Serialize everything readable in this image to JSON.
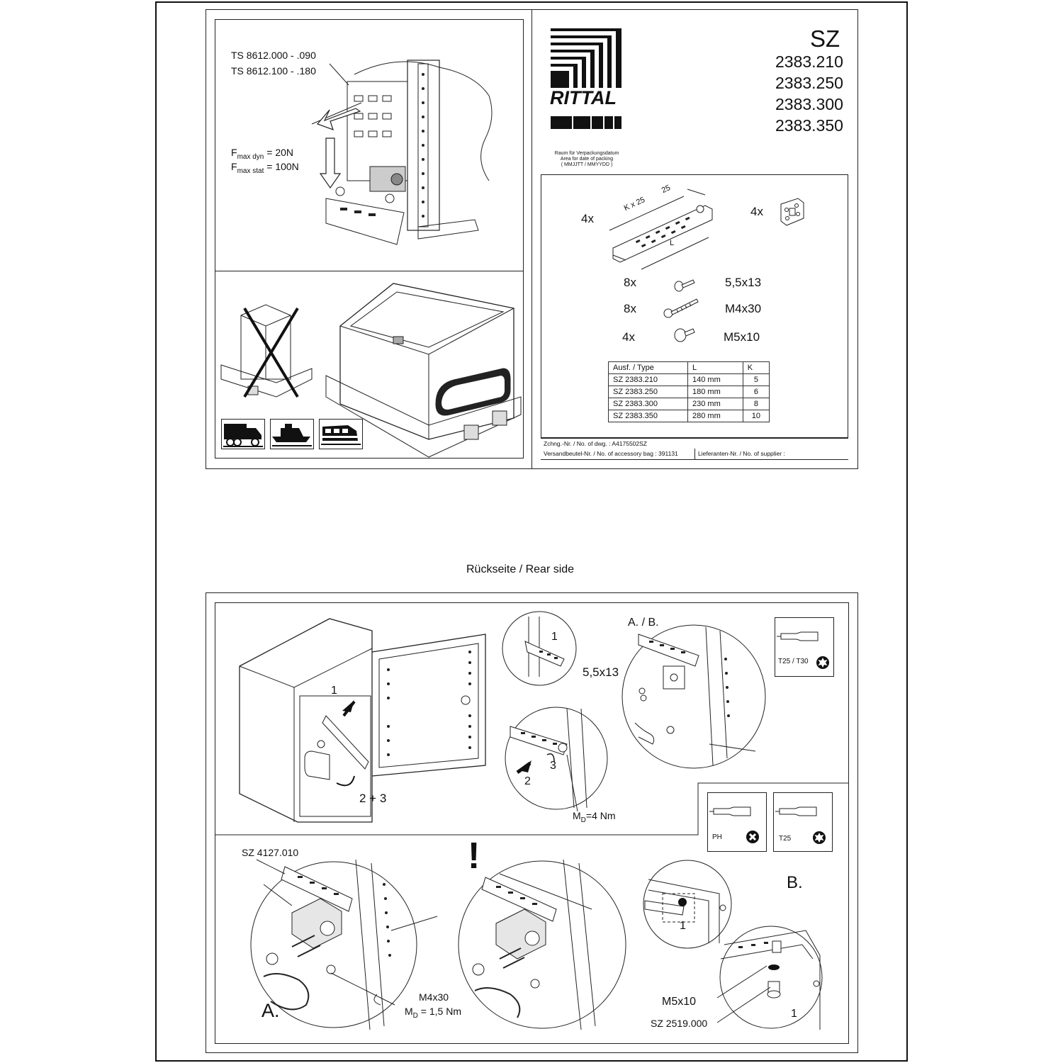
{
  "brand": {
    "logo_text": "RITTAL"
  },
  "product": {
    "code": "SZ",
    "models": [
      "2383.210",
      "2383.250",
      "2383.300",
      "2383.350"
    ]
  },
  "packing_note": {
    "line1": "Raum für Verpackungsdatum",
    "line2": "Area for date of packing",
    "line3": "( MMJJTT / MMYYDD )"
  },
  "top_left": {
    "ref1": "TS 8612.000 - .090",
    "ref2": "TS 8612.100 - .180",
    "f_dyn_sym": "F",
    "f_dyn_sub": "max dyn",
    "f_dyn_val": "= 20N",
    "f_stat_sym": "F",
    "f_stat_sub": "max stat",
    "f_stat_val": "= 100N"
  },
  "transport_icons": [
    "truck-icon",
    "ship-icon",
    "train-icon"
  ],
  "parts": {
    "rail_qty": "4x",
    "bracket_qty": "4x",
    "dim_kx25": "K x 25",
    "dim_25": "25",
    "dim_l": "L",
    "screws": [
      {
        "qty": "8x",
        "size": "5,5x13"
      },
      {
        "qty": "8x",
        "size": "M4x30"
      },
      {
        "qty": "4x",
        "size": "M5x10"
      }
    ]
  },
  "type_table": {
    "headers": [
      "Ausf. / Type",
      "L",
      "K"
    ],
    "rows": [
      [
        "SZ 2383.210",
        "140 mm",
        "5"
      ],
      [
        "SZ 2383.250",
        "180 mm",
        "6"
      ],
      [
        "SZ 2383.300",
        "230 mm",
        "8"
      ],
      [
        "SZ 2383.350",
        "280 mm",
        "10"
      ]
    ]
  },
  "title_block": {
    "drawing_no": "Zchng.-Nr. / No. of dwg. : A4175502SZ",
    "bag_no": "Versandbeutel-Nr. / No. of accessory bag : 391131",
    "supplier": "Lieferanten-Nr. / No. of supplier :"
  },
  "rear_side_title": "Rückseite / Rear side",
  "bottom": {
    "step1": "1",
    "step23": "2 + 3",
    "detail_1": "1",
    "detail_2": "2",
    "detail_3": "3",
    "torque_md_sym": "M",
    "torque_md_sub": "D",
    "torque_4": "=4 Nm",
    "ab_label": "A. / B.",
    "screw_55x13": "5,5x13",
    "tool_t25_t30": "T25 / T30",
    "tool_ph": "PH",
    "tool_t25": "T25",
    "sz4127": "SZ 4127.010",
    "warning": "!",
    "m4x30": "M4x30",
    "torque_15_sym": "M",
    "torque_15_sub": "D",
    "torque_15": "= 1,5 Nm",
    "label_a": "A.",
    "label_b": "B.",
    "m5x10": "M5x10",
    "sz2519": "SZ 2519.000",
    "b_detail_1a": "1",
    "b_detail_1b": "1"
  }
}
